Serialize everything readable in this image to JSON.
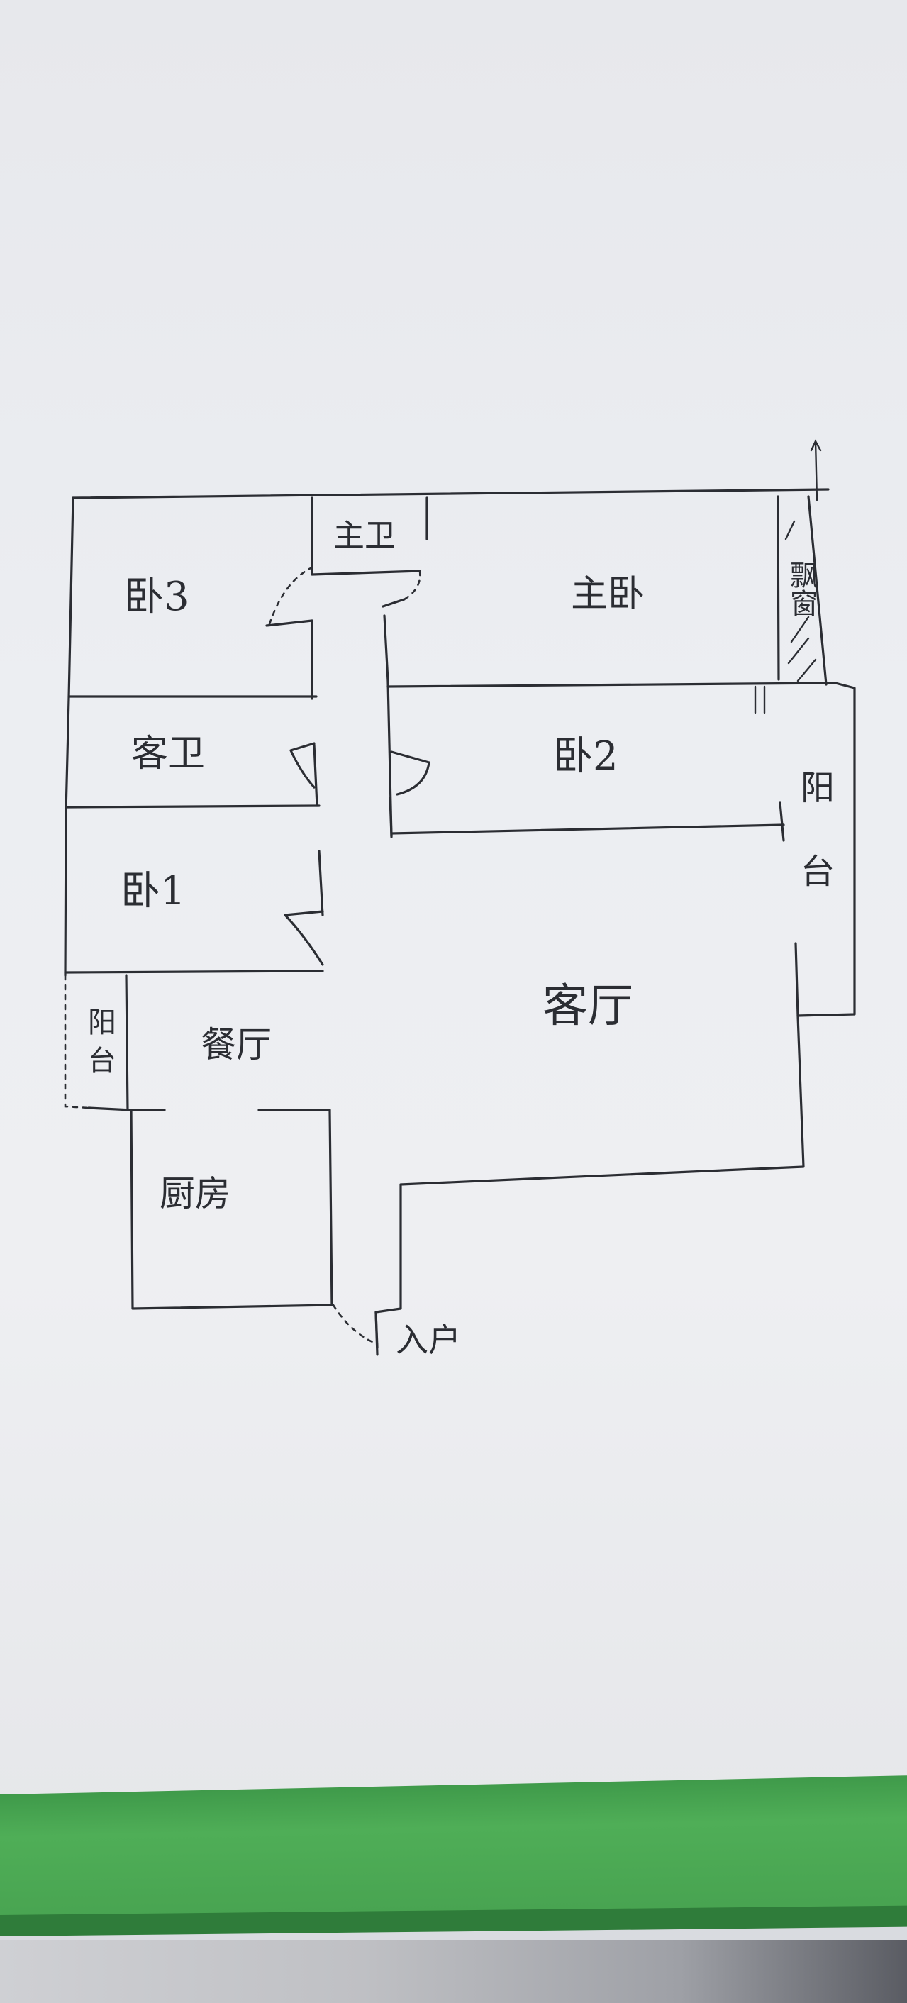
{
  "rooms": {
    "bedroom3": "卧3",
    "master_bath": "主卫",
    "master_bedroom": "主卧",
    "bay_window": "飘窗",
    "guest_bath": "客卫",
    "bedroom2": "卧2",
    "bedroom1": "卧1",
    "balcony_right": "阳台",
    "living_room": "客厅",
    "balcony_left": "阳台",
    "dining_room": "餐厅",
    "kitchen": "厨房",
    "entrance": "入户"
  },
  "colors": {
    "ink": "#2b2d33",
    "paper": "#eceef2",
    "green_mat": "#4fae57"
  }
}
